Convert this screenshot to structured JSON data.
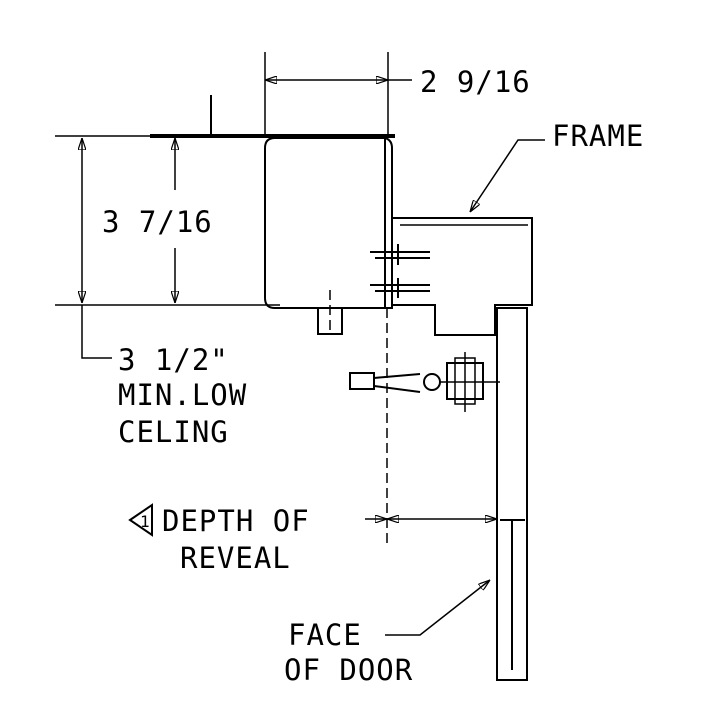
{
  "labels": {
    "dim_width": "2 9/16",
    "frame": "FRAME",
    "dim_height": "3 7/16",
    "min_low_line1": "3 1/2\"",
    "min_low_line2": "MIN.LOW",
    "min_low_line3": "CELING",
    "depth_marker": "1",
    "depth_line1": "DEPTH OF",
    "depth_line2": "REVEAL",
    "face_line1": "FACE",
    "face_line2": "OF DOOR"
  }
}
